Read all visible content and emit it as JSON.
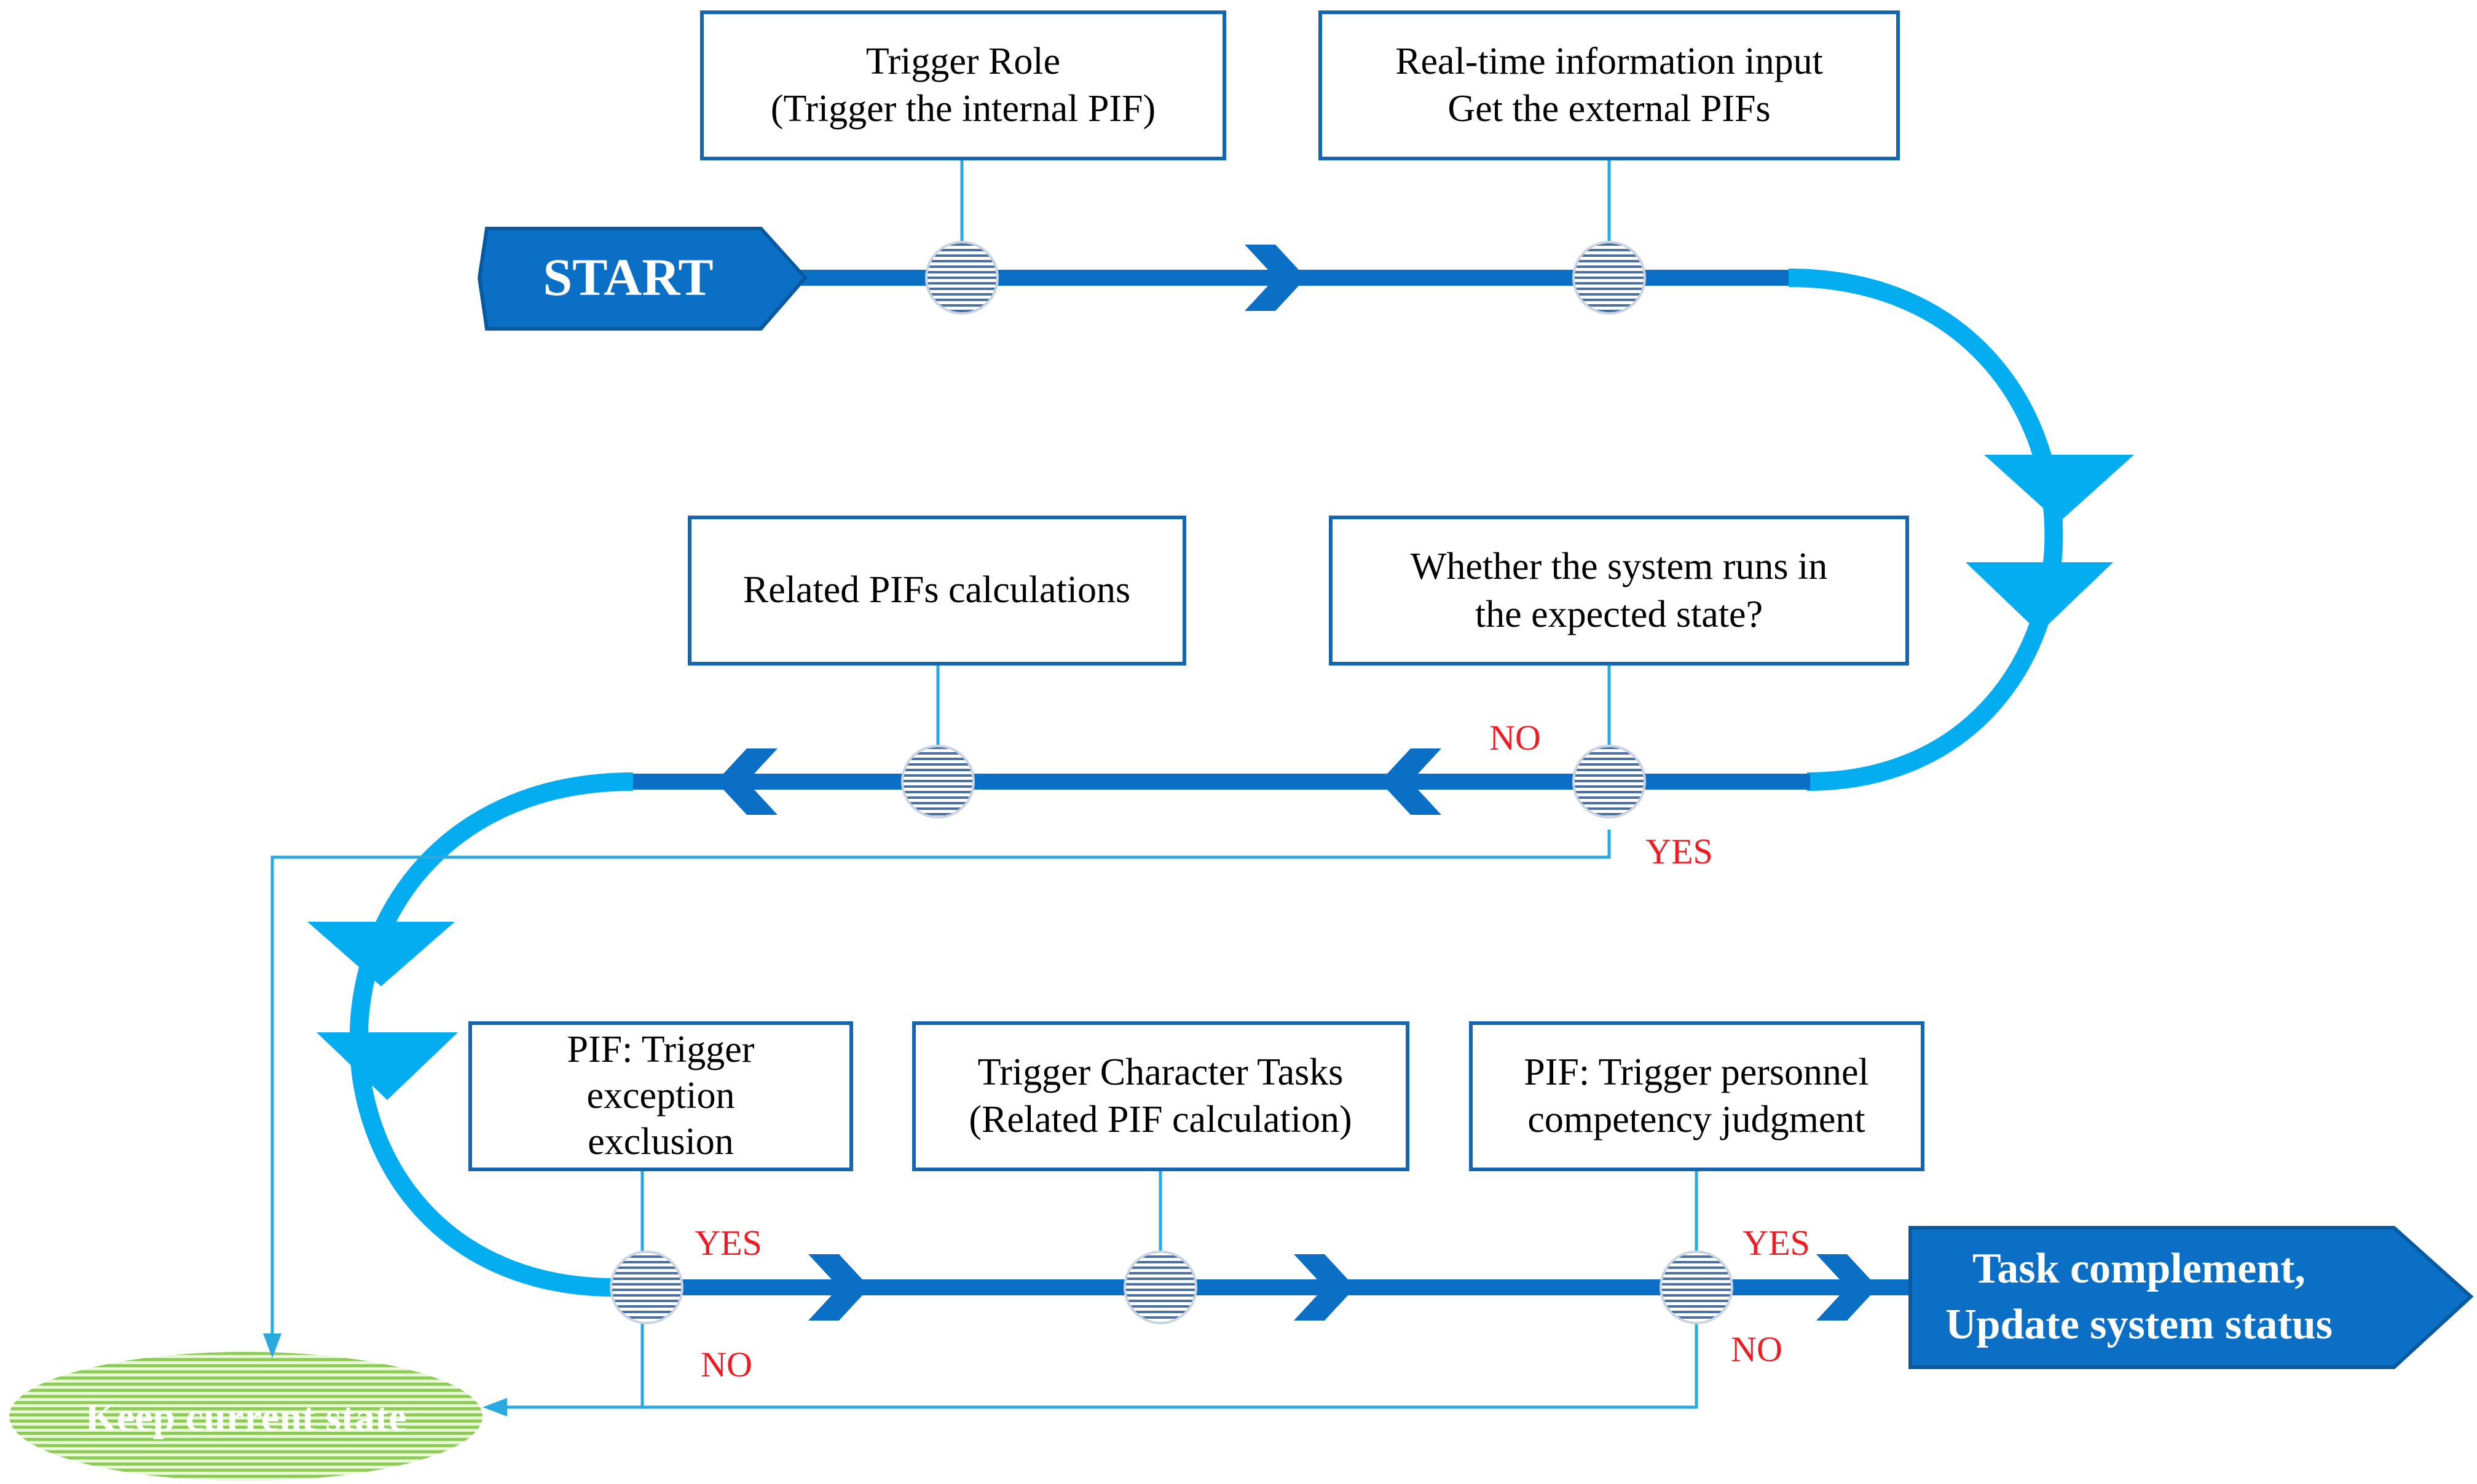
{
  "colors": {
    "main_line": "#0b6fc5",
    "curve": "#03adef",
    "connector": "#29a9e0",
    "box_border": "#1565b0",
    "label_red": "#ee1c25",
    "keep_fill": "#b7db8e"
  },
  "start": {
    "label": "START"
  },
  "end": {
    "line1": "Task complement,",
    "line2": "Update system status"
  },
  "keep": {
    "label": "Keep current state"
  },
  "boxes": {
    "trigger_role": {
      "line1": "Trigger Role",
      "line2": "(Trigger the internal PIF)"
    },
    "realtime_input": {
      "line1": "Real-time information input",
      "line2": "Get the external PIFs"
    },
    "related_pifs": {
      "line1": "Related PIFs calculations"
    },
    "whether_expected": {
      "line1": "Whether the system runs in",
      "line2": "the expected state?"
    },
    "exception_exclusion": {
      "line1": "PIF: Trigger",
      "line2": "exception",
      "line3": "exclusion"
    },
    "character_tasks": {
      "line1": "Trigger Character Tasks",
      "line2": "(Related PIF calculation)"
    },
    "competency": {
      "line1": "PIF: Trigger personnel",
      "line2": "competency judgment"
    }
  },
  "labels": {
    "no_expected": "NO",
    "yes_expected": "YES",
    "yes_exception": "YES",
    "no_exception": "NO",
    "yes_competency": "YES",
    "no_competency": "NO"
  }
}
